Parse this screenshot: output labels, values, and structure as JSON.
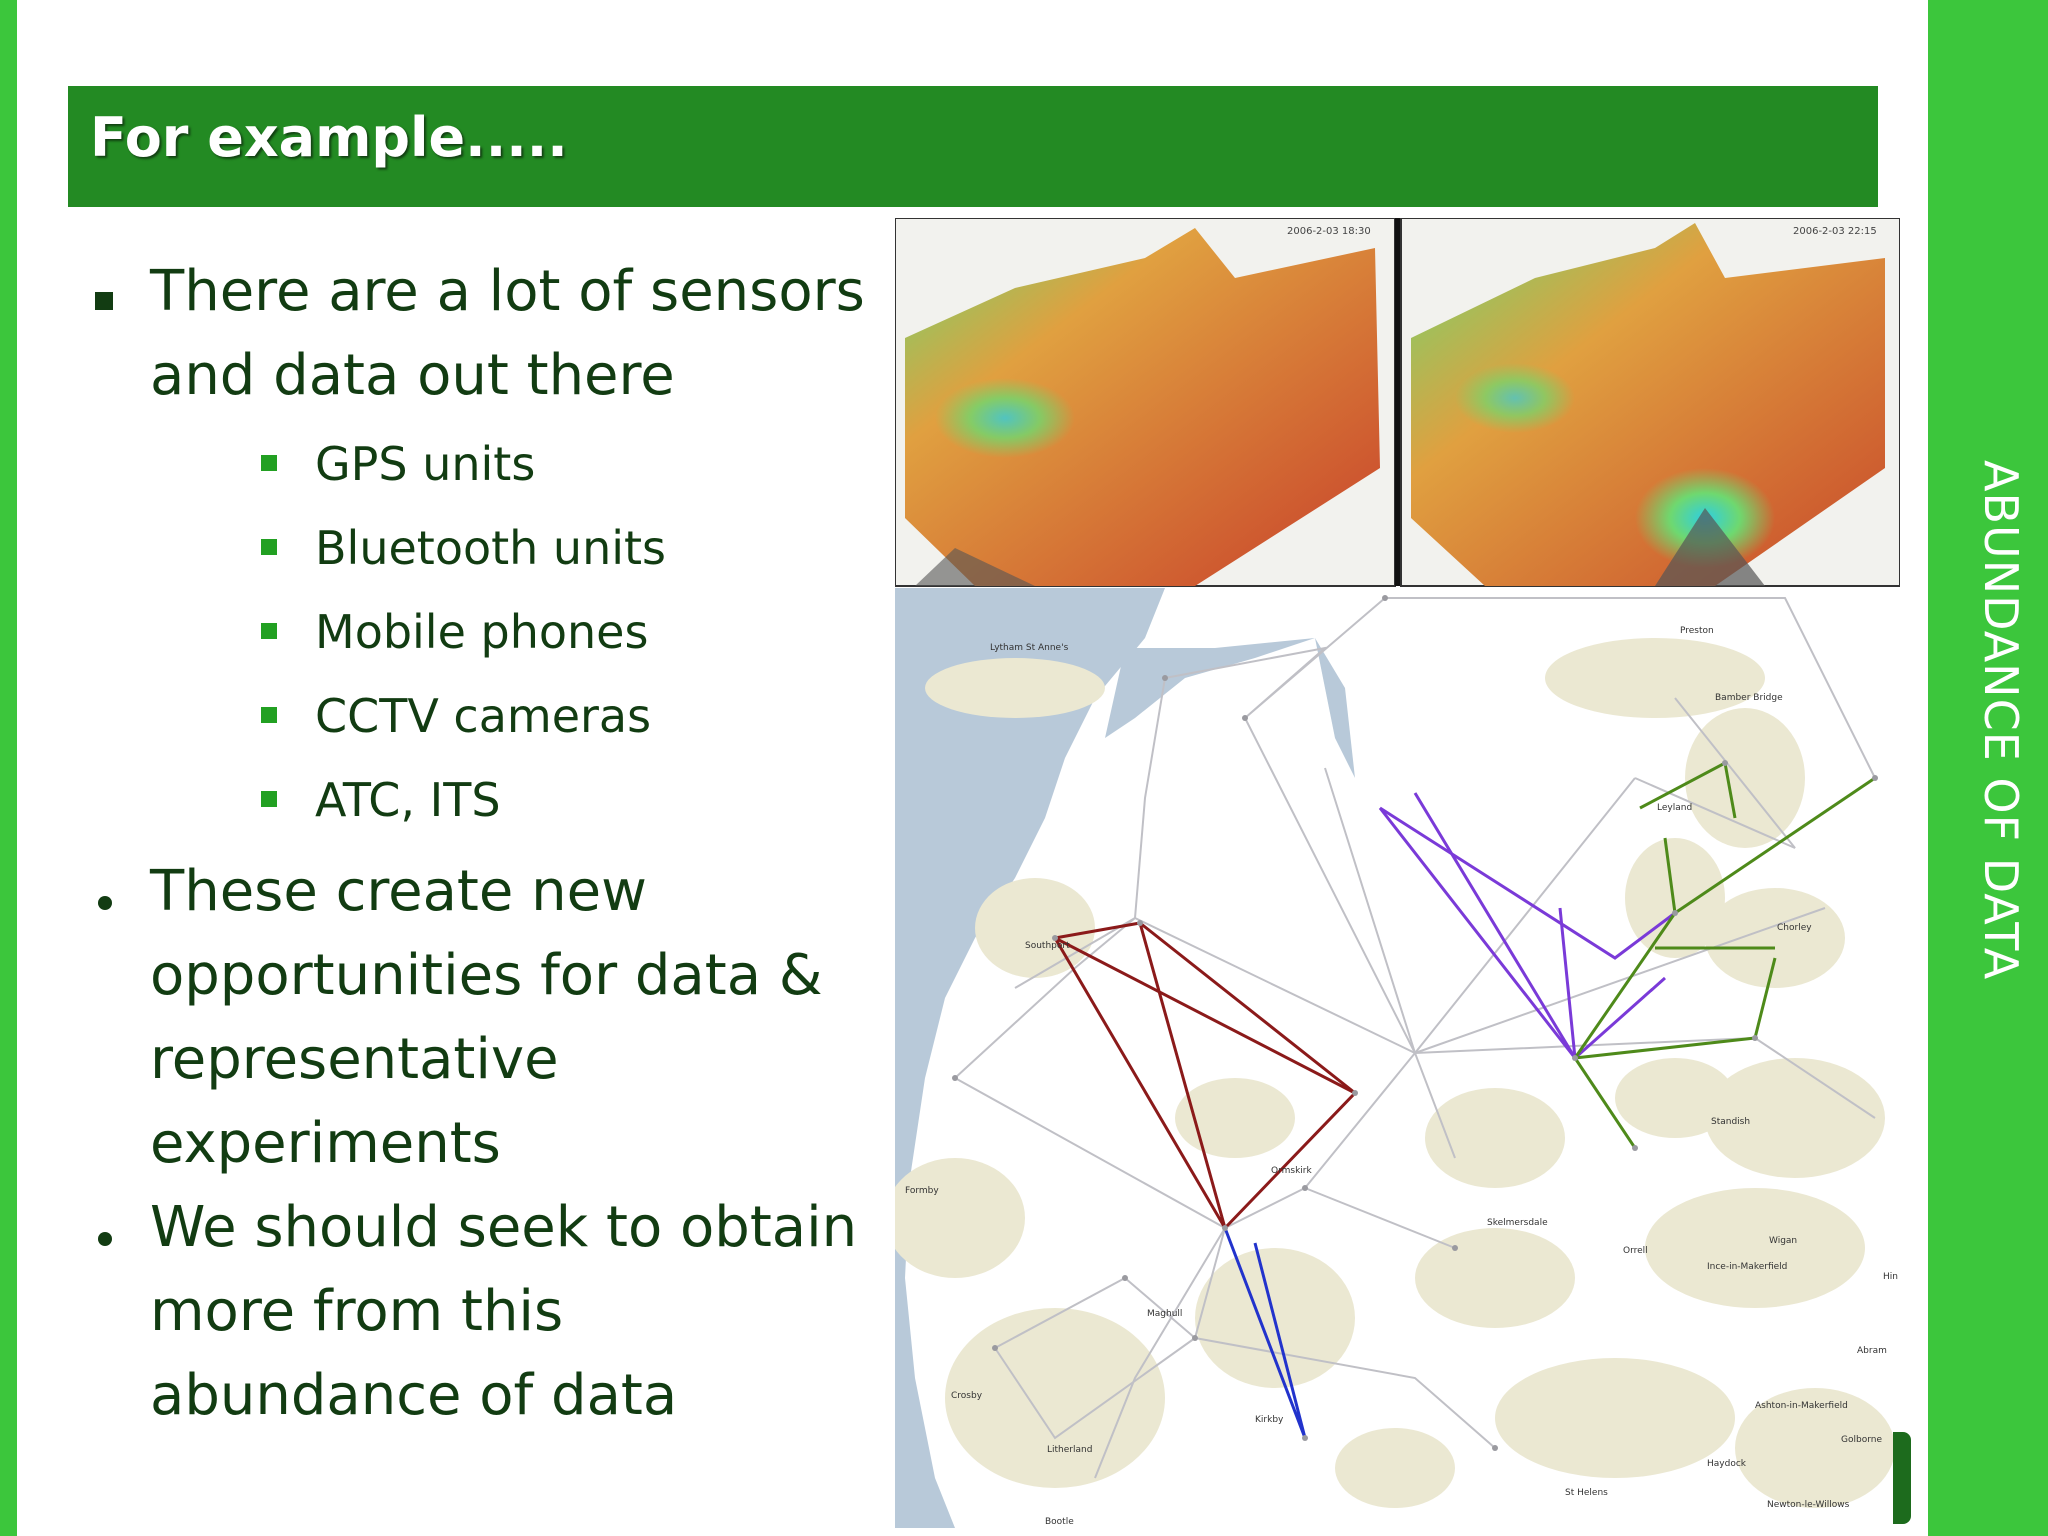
{
  "slide": {
    "title": "For example.....",
    "side_title": "ABUNDANCE OF DATA",
    "bullets": [
      {
        "text": "There are a lot of sensors and data out there"
      },
      {
        "text": "These create new opportunities for  data & representative experiments"
      },
      {
        "text": "We should seek to obtain more from this abundance of data"
      }
    ],
    "sub_bullets": [
      "GPS units",
      "Bluetooth units",
      "Mobile phones",
      "CCTV cameras",
      "ATC, ITS"
    ]
  },
  "figure": {
    "heatmap_left_timestamp": "2006-2-03 18:30",
    "heatmap_right_timestamp": "2006-2-03 22:15",
    "places": [
      "Lytham St Anne's",
      "Preston",
      "Bamber Bridge",
      "Leyland",
      "Chorley",
      "Southport",
      "Formby",
      "Ormskirk",
      "Skelmersdale",
      "Standish",
      "Orrell",
      "Wigan",
      "Ince-in-Makerfield",
      "Hin",
      "Maghull",
      "Abram",
      "Crosby",
      "Kirkby",
      "Ashton-in-Makerfield",
      "Litherland",
      "Golborne",
      "Haydock",
      "St Helens",
      "Newton-le-Willows",
      "Bootle"
    ]
  }
}
